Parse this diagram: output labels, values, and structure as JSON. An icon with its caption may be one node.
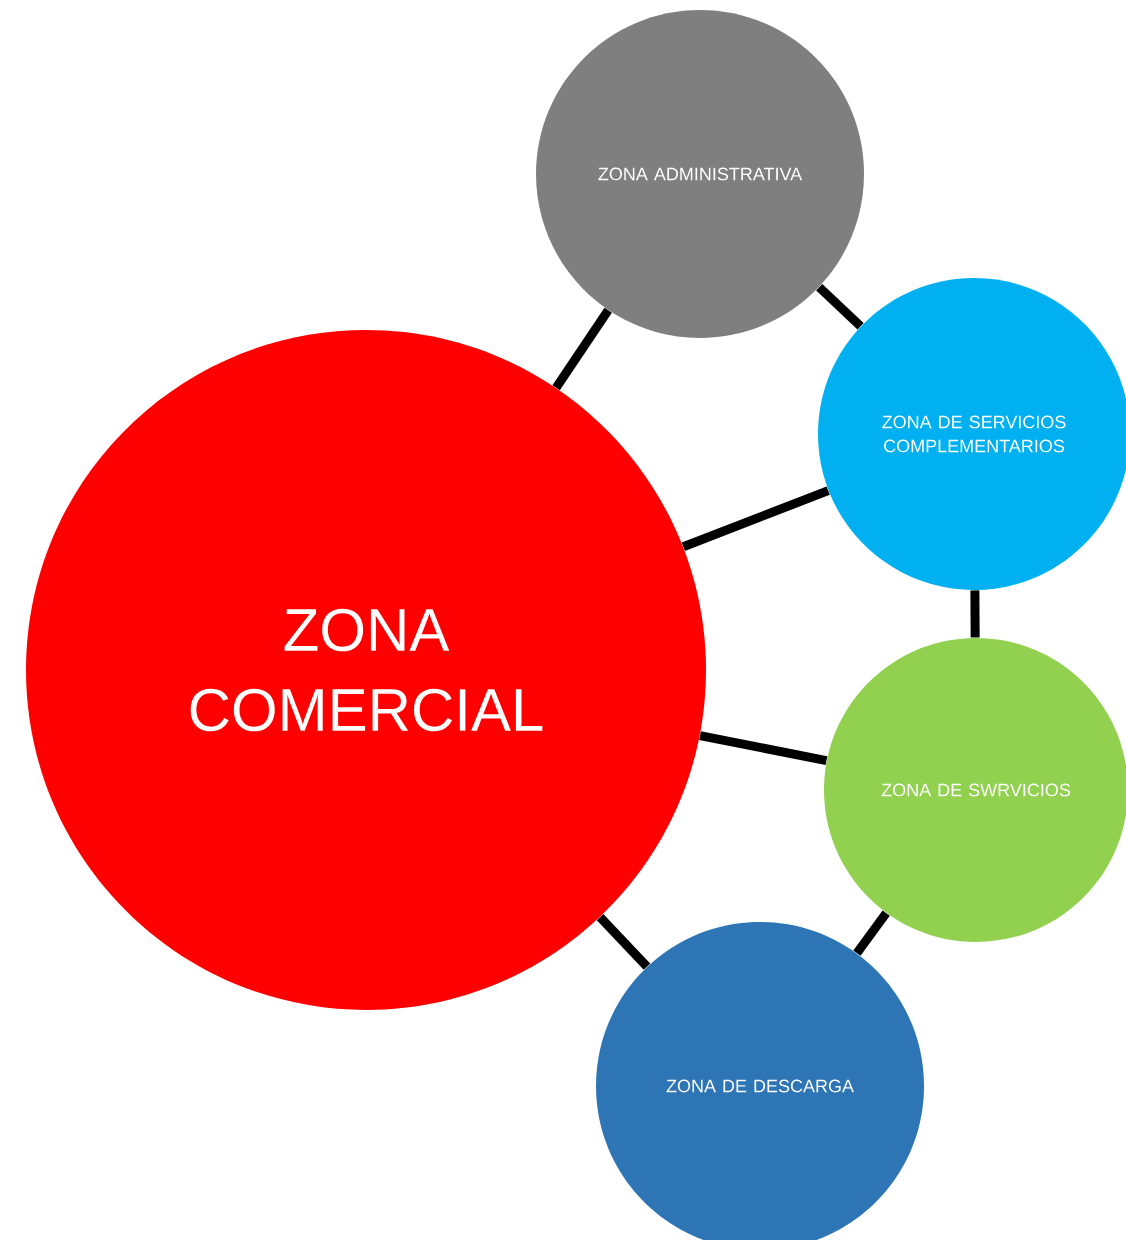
{
  "diagram": {
    "nodes": [
      {
        "text": [
          "ZONA COMERCIAL"
        ]
      },
      {
        "text": [
          "ZONA ADMINISTRATIVA"
        ]
      },
      {
        "text": [
          "ZONA DE SERVICIOS COMPLEMENTARIOS"
        ]
      },
      {
        "text": [
          "ZONA DE SWRVICIOS"
        ]
      },
      {
        "text": [
          "ZONA DE DESCARGA"
        ]
      }
    ],
    "edges": [
      {
        "from": 0,
        "to": 1,
        "arrow": "none"
      },
      {
        "from": 1,
        "to": 2,
        "arrow": "none"
      },
      {
        "from": 0,
        "to": 2,
        "arrow": "none"
      },
      {
        "from": 2,
        "to": 3,
        "arrow": "none"
      },
      {
        "from": 0,
        "to": 3,
        "arrow": "none"
      },
      {
        "from": 3,
        "to": 4,
        "arrow": "none"
      },
      {
        "from": 0,
        "to": 4,
        "arrow": "none"
      }
    ]
  }
}
